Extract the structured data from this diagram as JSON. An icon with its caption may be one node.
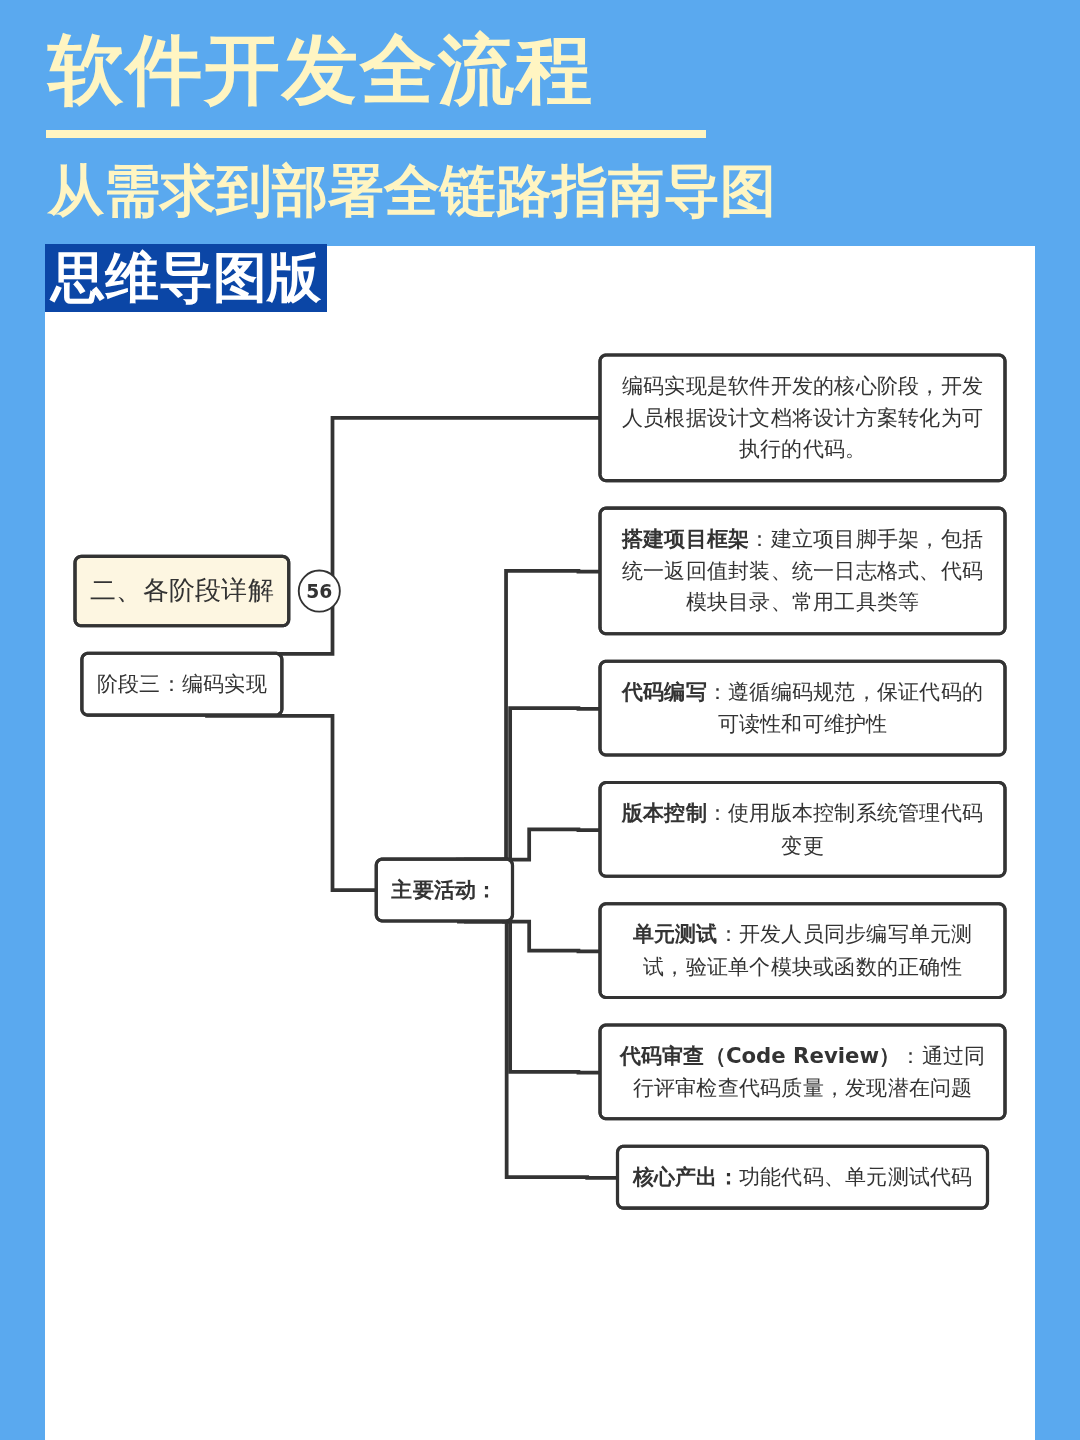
{
  "diagram": {
    "title": "软件开发全流程",
    "nodes": [
      {
        "text": [
          "二、各阶段详解"
        ],
        "beside": [
          "56"
        ]
      },
      {
        "text": [
          "阶段三：编码实现"
        ]
      },
      {
        "text": [
          "编码实现是软件开发的核心阶段，开发人员根据设计文档将设计方案转化为可执行的代码。"
        ]
      },
      {
        "text": [
          "主要活动："
        ]
      },
      {
        "text": [
          "**搭建项目框架**：建立项目脚手架，包括统一返回值封装、统一日志格式、代码模块目录、常用工具类等"
        ]
      },
      {
        "text": [
          "**代码编写**：遵循编码规范，保证代码的可读性和可维护性"
        ]
      },
      {
        "text": [
          "**版本控制**：使用版本控制系统管理代码变更"
        ]
      },
      {
        "text": [
          "**单元测试**：开发人员同步编写单元测试，验证单个模块或函数的正确性"
        ]
      },
      {
        "text": [
          "**代码审查（Code Review）**：通过同行评审检查代码质量，发现潜在问题"
        ]
      },
      {
        "text": [
          "**核心产出：**功能代码、单元测试代码"
        ]
      }
    ],
    "edges": [
      {
        "from": 1,
        "to": 2,
        "arrow": "none"
      },
      {
        "from": 1,
        "to": 3,
        "arrow": "none"
      },
      {
        "from": 3,
        "to": 4,
        "arrow": "none"
      },
      {
        "from": 3,
        "to": 5,
        "arrow": "none"
      },
      {
        "from": 3,
        "to": 6,
        "arrow": "none"
      },
      {
        "from": 3,
        "to": 7,
        "arrow": "none"
      },
      {
        "from": 3,
        "to": 8,
        "arrow": "none"
      },
      {
        "from": 3,
        "to": 9,
        "arrow": "none"
      }
    ],
    "labels": [
      "从需求到部署全链路指南导图",
      "思维导图版"
    ]
  }
}
